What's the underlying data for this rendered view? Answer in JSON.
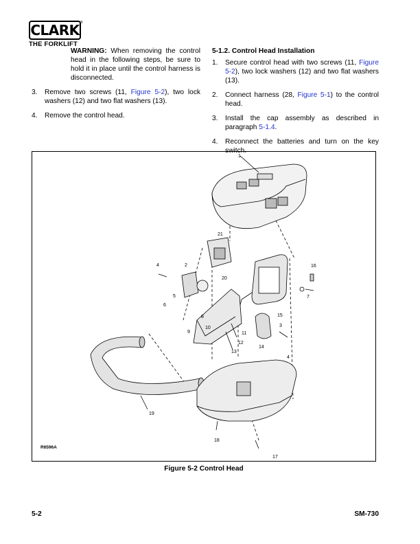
{
  "brand": {
    "name": "CLARK",
    "tagline": "THE FORKLIFT",
    "tm": "®"
  },
  "left": {
    "warning_label": "WARNING:",
    "warning_text": " When removing the control head in the following steps, be sure to hold it in place until the control harness is disconnected.",
    "steps": [
      {
        "num": "3.",
        "pre": "Remove two screws (11, ",
        "link": "Figure 5-2",
        "post": "), two lock washers (12) and two flat washers (13)."
      },
      {
        "num": "4.",
        "pre": "Remove the control head.",
        "link": "",
        "post": ""
      }
    ]
  },
  "right": {
    "title": "5-1.2.  Control Head Installation",
    "steps": [
      {
        "num": "1.",
        "pre": "Secure control head with two screws (11, ",
        "link": "Figure 5-2",
        "post": "), two lock washers (12) and two flat washers (13)."
      },
      {
        "num": "2.",
        "pre": "Connect harness (28, ",
        "link": "Figure 5-1",
        "post": ") to the control head."
      },
      {
        "num": "3.",
        "pre": "Install the cap assembly as described in paragraph ",
        "link": "5-1.4",
        "post": "."
      },
      {
        "num": "4.",
        "pre": "Reconnect the batteries and turn on the key switch.",
        "link": "",
        "post": ""
      }
    ]
  },
  "figure": {
    "code": "R6596A",
    "caption": "Figure 5-2  Control Head",
    "callouts": [
      "1",
      "21",
      "4",
      "2",
      "16",
      "20",
      "6",
      "7",
      "5",
      "8",
      "10",
      "9",
      "15",
      "3",
      "11",
      "12",
      "13",
      "14",
      "4",
      "19",
      "18",
      "17"
    ]
  },
  "footer": {
    "page": "5-2",
    "manual": "SM-730"
  }
}
